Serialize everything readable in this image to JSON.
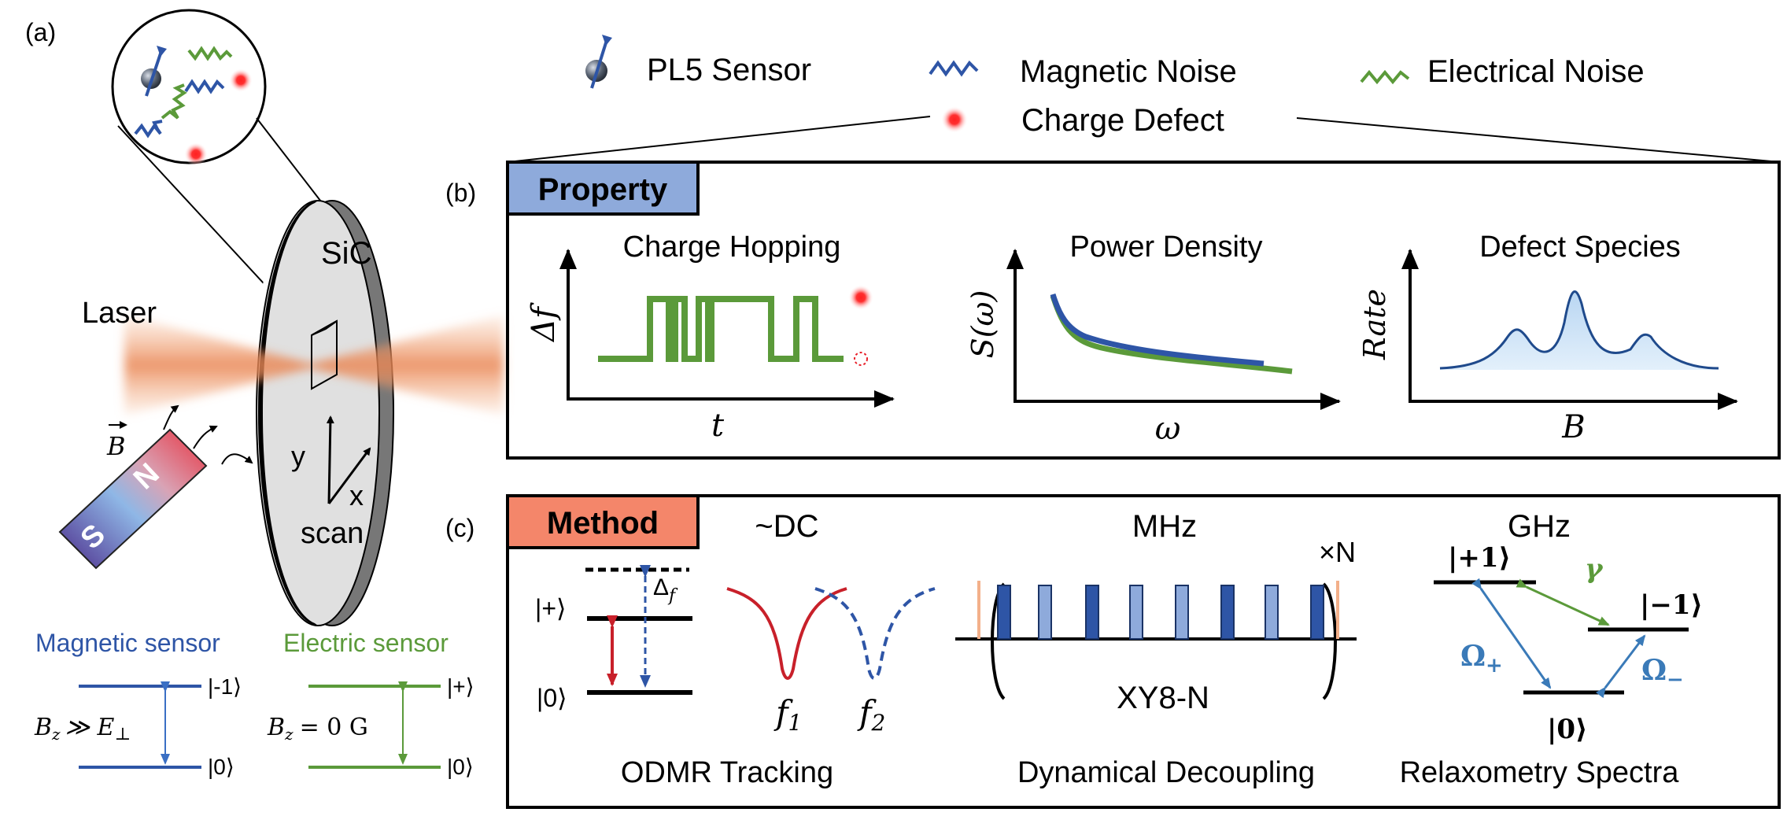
{
  "panel_a": {
    "label": "(a)",
    "sic": "SiC",
    "laser": "Laser",
    "b_field": "B",
    "magnet_n": "N",
    "magnet_s": "S",
    "axis_y": "y",
    "axis_x": "x",
    "scan": "scan",
    "magnetic_sensor": {
      "title": "Magnetic sensor",
      "condition_left": "B",
      "condition_sub": "z",
      "condition_rel": "≫ E",
      "condition_perp": "⊥",
      "upper": "|-1⟩",
      "lower": "|0⟩"
    },
    "electric_sensor": {
      "title": "Electric sensor",
      "condition_left": "B",
      "condition_sub": "z",
      "condition_val": "= 0 G",
      "upper": "|+⟩",
      "lower": "|0⟩"
    }
  },
  "legend": {
    "sensor": "PL5 Sensor",
    "magnetic_noise": "Magnetic Noise",
    "electrical_noise": "Electrical Noise",
    "charge_defect": "Charge Defect"
  },
  "panel_b": {
    "label": "(b)",
    "header": "Property",
    "charge_hopping": {
      "title": "Charge Hopping",
      "xlabel": "t",
      "ylabel": "Δf"
    },
    "power_density": {
      "title": "Power Density",
      "xlabel": "ω",
      "ylabel": "S(ω)"
    },
    "defect_species": {
      "title": "Defect Species",
      "xlabel": "B",
      "ylabel": "Rate"
    }
  },
  "panel_c": {
    "label": "(c)",
    "header": "Method",
    "odmr": {
      "band": "~DC",
      "title": "ODMR Tracking",
      "upper": "|+⟩",
      "lower": "|0⟩",
      "delta": "Δ",
      "delta_sub": "f",
      "f1": "f",
      "f1_sub": "1",
      "f2": "f",
      "f2_sub": "2"
    },
    "dd": {
      "band": "MHz",
      "title": "Dynamical Decoupling",
      "sequence": "XY8-N",
      "repeat": "×N"
    },
    "relax": {
      "band": "GHz",
      "title": "Relaxometry Spectra",
      "plus1": "|+1⟩",
      "minus1": "|−1⟩",
      "zero": "|0⟩",
      "gamma": "γ",
      "omega_plus": "Ω",
      "omega_plus_sub": "+",
      "omega_minus": "Ω",
      "omega_minus_sub": "−"
    }
  },
  "colors": {
    "magnetic": "#2e55a6",
    "electric": "#5b9a3a",
    "defect": "#e8202a",
    "property_header": "#8eaadb",
    "method_header": "#f4866a",
    "laser": "#f0a070",
    "relax_arrow": "#3a7ab8"
  }
}
